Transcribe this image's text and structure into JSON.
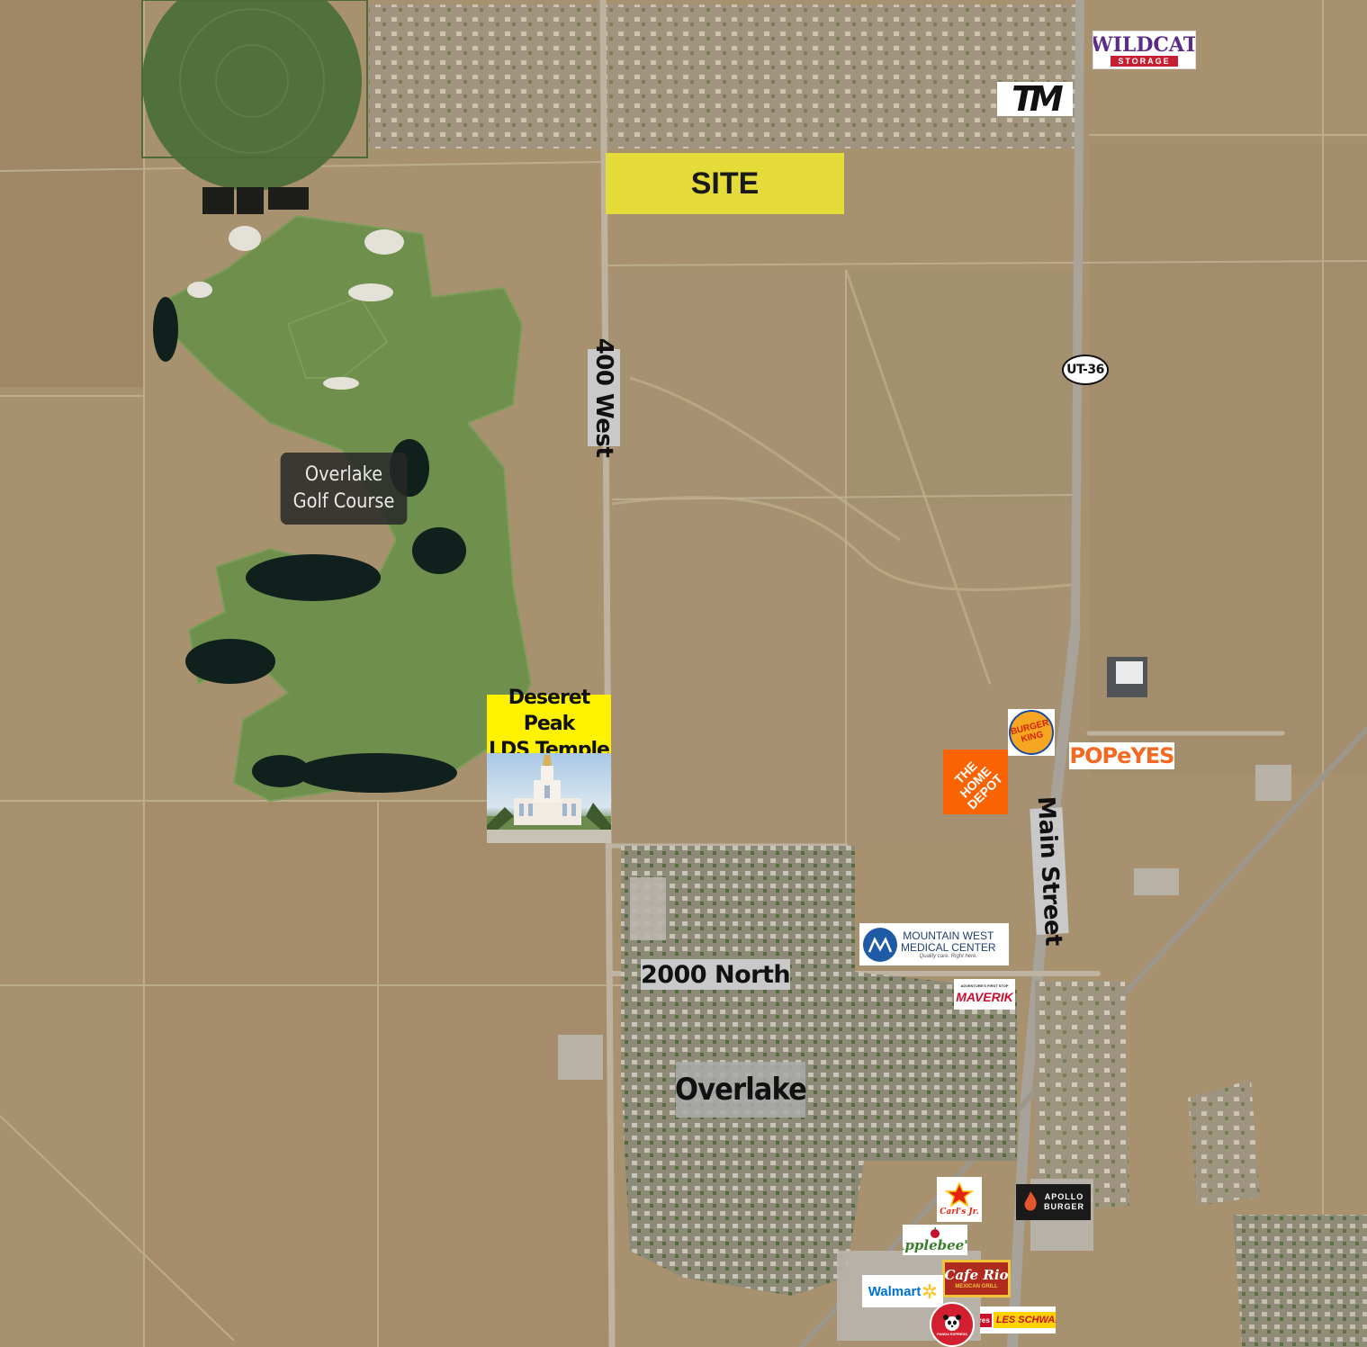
{
  "labels": {
    "site": "SITE",
    "golf_course": "Overlake\nGolf Course",
    "temple": "Deseret Peak\nLDS Temple",
    "road_400_west": "400 West",
    "road_main_street": "Main Street",
    "road_2000_north": "2000 North",
    "road_ut36": "UT-36",
    "neighborhood_overlake": "Overlake"
  },
  "logos": {
    "wildcat": "WILDCAT",
    "wildcat_sub": "STORAGE",
    "tm": "TM",
    "burger_king": "BURGER\nKING",
    "popeyes": "POPeYES",
    "home_depot": "THE\nHOME\nDEPOT",
    "mountain_west": "MOUNTAIN WEST\nMEDICAL CENTER",
    "mountain_west_tag": "Quality care. Right here.",
    "maverik_tag": "ADVENTURE'S FIRST STOP",
    "maverik": "MAVERIK",
    "carls_jr": "Carl's Jr.",
    "apollo_burger": "APOLLO\nBURGER",
    "applebees": "Applebee's",
    "cafe_rio": "Cafe Rio",
    "cafe_rio_sub": "MEXICAN GRILL",
    "walmart": "Walmart",
    "panda_express": "PANDA EXPRESS",
    "les_schwab": "LES SCHWAB",
    "les_schwab_tires": "Tires"
  },
  "colors": {
    "site_fill": "#e5dc3a",
    "temple_fill": "#fff200",
    "terrain": "#a8916f",
    "golf_green": "#6f8f4c",
    "road_label_bg": "#c9c9c9"
  }
}
